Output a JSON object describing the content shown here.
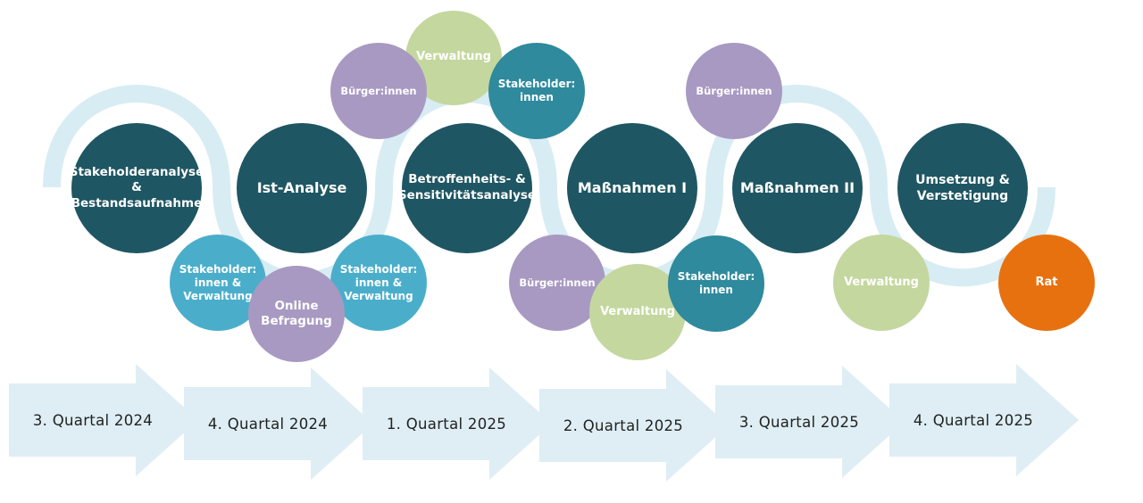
{
  "colors": {
    "phase": "#1f5663",
    "purple": "#a899c2",
    "teal": "#4aaecb",
    "dark_teal": "#2e8a9c",
    "green": "#c4d79f",
    "orange": "#e8710f",
    "wave": "#d8ecf3",
    "arrow": "#deeef4"
  },
  "phases": [
    "Stakeholderanalyse &\nBestandsaufnahme",
    "Ist-Analyse",
    "Betroffenheits- &\nSensitivitätsanalyse",
    "Maßnahmen I",
    "Maßnahmen II",
    "Umsetzung &\nVerstetigung"
  ],
  "participants": {
    "p1_top_verwaltung": "Verwaltung",
    "p1_buerger": "Bürger:innen",
    "p1_stakeholder": "Stakeholder:\ninnen",
    "p2_buerger": "Bürger:innen",
    "q_stakeholder_a": "Stakeholder:\ninnen &\nVerwaltung",
    "q_online": "Online\nBefragung",
    "q_stakeholder_b": "Stakeholder:\ninnen &\nVerwaltung",
    "m1_buerger": "Bürger:innen",
    "m1_verwaltung": "Verwaltung",
    "m1_stakeholder": "Stakeholder:\ninnen",
    "u_verwaltung": "Verwaltung",
    "u_rat": "Rat"
  },
  "quarters": [
    "3. Quartal 2024",
    "4. Quartal 2024",
    "1. Quartal 2025",
    "2. Quartal 2025",
    "3. Quartal 2025",
    "4. Quartal 2025"
  ]
}
